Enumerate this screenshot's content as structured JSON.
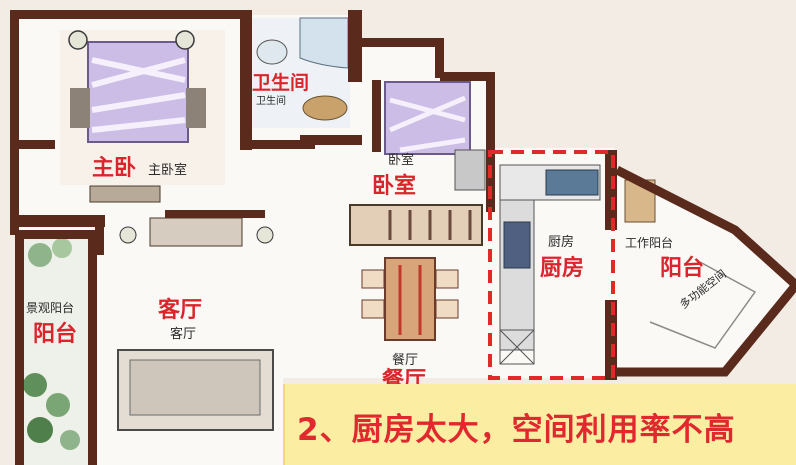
{
  "rooms": {
    "master_bedroom": {
      "red": "主卧",
      "black": "主卧室"
    },
    "bathroom": {
      "red": "卫生间",
      "black": "卫生间"
    },
    "bedroom": {
      "red": "卧室",
      "black": "卧室"
    },
    "kitchen": {
      "red": "厨房",
      "black": "厨房"
    },
    "work_balcony": {
      "red": "阳台",
      "black": "工作阳台"
    },
    "multi_space": {
      "black": "多功能空间"
    },
    "living_room": {
      "red": "客厅",
      "black": "客厅"
    },
    "view_balcony": {
      "red": "阳台",
      "black": "景观阳台"
    },
    "dining_room": {
      "red": "餐厅",
      "black": "餐厅"
    }
  },
  "caption": "2、厨房太大，空间利用率不高",
  "colors": {
    "wall": "#5a2a1c",
    "label_red": "#d9252b",
    "highlight_dash": "#e02a2a",
    "caption_bg": "#fbeea3"
  }
}
